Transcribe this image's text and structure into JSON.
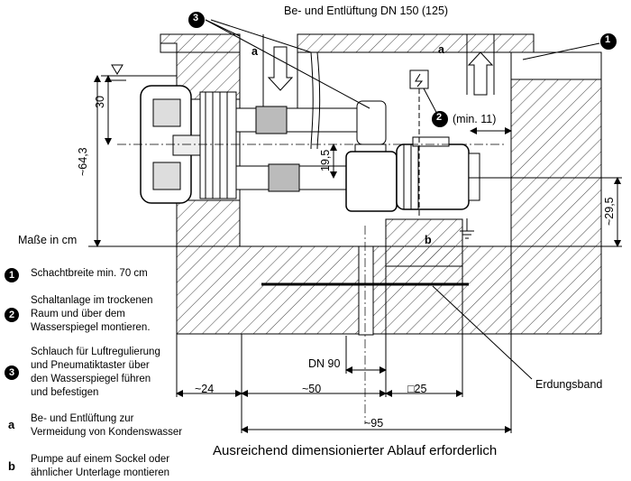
{
  "diagram": {
    "header_label": "Be- und Entlüftung DN 150 (125)",
    "callout_1": "1",
    "callout_2": "2",
    "callout_2_note": "(min. 11)",
    "callout_3": "3",
    "label_a": "a",
    "label_b": "b",
    "dim_30": "30",
    "dim_64_3": "~64,3",
    "dim_19_5": "19,5",
    "dim_29_5": "~29,5",
    "units_label": "Maße in cm",
    "dn90": "DN 90",
    "dim_24": "~24",
    "dim_50": "~50",
    "dim_25": "□25",
    "dim_95": "~95",
    "grounding_label": "Erdungsband",
    "bottom_note": "Ausreichend dimensionierter Ablauf erforderlich"
  },
  "legend": [
    {
      "mark": "1",
      "text": "Schachtbreite min. 70 cm"
    },
    {
      "mark": "2",
      "text": "Schaltanlage im trockenen\nRaum und über dem\nWasserspiegel montieren."
    },
    {
      "mark": "3",
      "text": "Schlauch für Luftregulierung\nund Pneumatiktaster über\nden Wasserspiegel führen\nund befestigen"
    },
    {
      "mark": "a",
      "text": "Be- und Entlüftung zur\nVermeidung von Kondenswasser"
    },
    {
      "mark": "b",
      "text": "Pumpe auf einem Sockel oder\nähnlicher Unterlage montieren"
    }
  ]
}
